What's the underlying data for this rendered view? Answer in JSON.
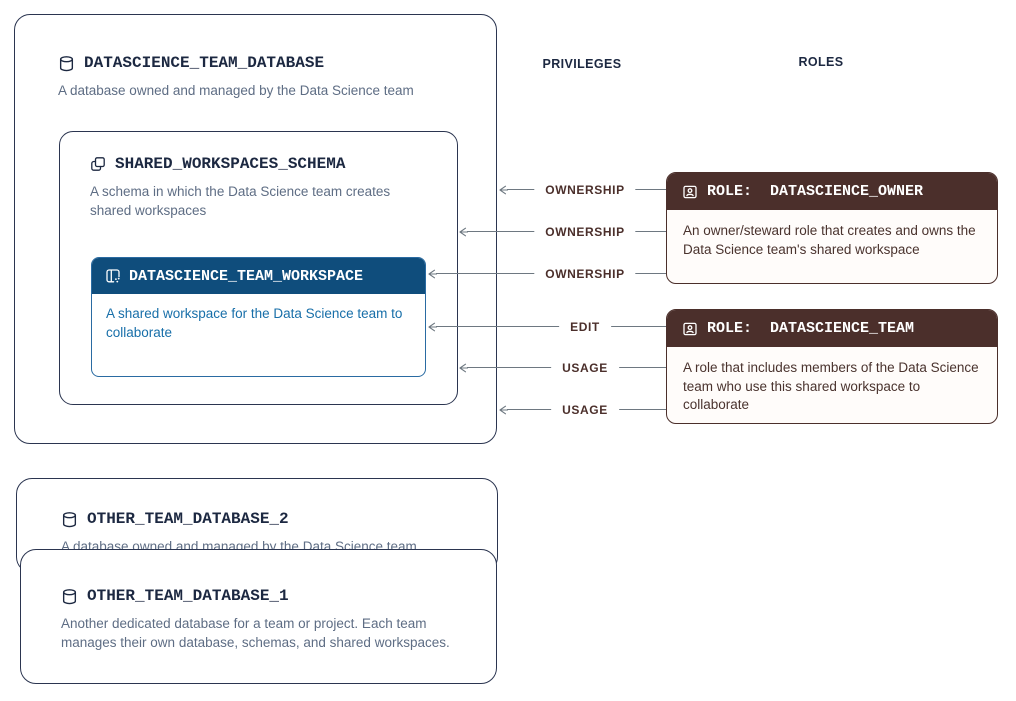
{
  "colors": {
    "card_border": "#2b3550",
    "title_navy": "#1c2841",
    "muted_text": "#5e6d84",
    "workspace_header_bg": "#0f4d7c",
    "workspace_border": "#2a6ba2",
    "workspace_text": "#186fa9",
    "role_header_bg": "#4b2f2b",
    "role_text": "#4a332e",
    "arrow_line": "#6e7881",
    "privilege_label": "#4b2f2b"
  },
  "column_headers": {
    "privileges": "PRIVILEGES",
    "roles": "ROLES"
  },
  "database_card": {
    "title": "DATASCIENCE_TEAM_DATABASE",
    "description": "A database owned and managed by the Data Science team",
    "schema": {
      "title": "SHARED_WORKSPACES_SCHEMA",
      "description": "A schema in which the Data Science team creates shared workspaces",
      "workspace": {
        "title": "DATASCIENCE_TEAM_WORKSPACE",
        "description": "A shared workspace for the Data Science team to collaborate"
      }
    }
  },
  "roles": [
    {
      "title": "ROLE:  DATASCIENCE_OWNER",
      "description": "An owner/steward role that creates and owns the Data Science team's shared workspace"
    },
    {
      "title": "ROLE:  DATASCIENCE_TEAM",
      "description": "A role that includes members of the Data Science team who use this shared workspace to collaborate"
    }
  ],
  "privileges": [
    {
      "label": "OWNERSHIP"
    },
    {
      "label": "OWNERSHIP"
    },
    {
      "label": "OWNERSHIP"
    },
    {
      "label": "EDIT"
    },
    {
      "label": "USAGE"
    },
    {
      "label": "USAGE"
    }
  ],
  "other_databases": [
    {
      "title": "OTHER_TEAM_DATABASE_2",
      "description": "A database owned and managed by the Data Science team"
    },
    {
      "title": "OTHER_TEAM_DATABASE_1",
      "description": "Another dedicated database for a team or project. Each team manages their own database, schemas, and shared workspaces."
    }
  ]
}
